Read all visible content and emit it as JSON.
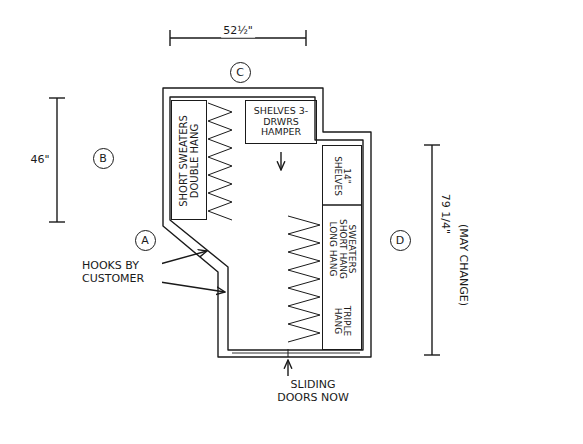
{
  "diagram": {
    "nodes": [
      {
        "text": [
          "C"
        ]
      },
      {
        "text": [
          "B"
        ]
      },
      {
        "text": [
          "A"
        ]
      },
      {
        "text": [
          "D"
        ]
      },
      {
        "text": [
          "SHORT SWEATERS DOUBLE HANG"
        ]
      },
      {
        "text": [
          "SHELVES 3-DRWRS HAMPER"
        ]
      },
      {
        "text": [
          "14\" SHELVES",
          "SWEATERS SHORT HANG LONG HANG",
          "TRIPLE HANG"
        ]
      }
    ],
    "labels": [
      "52½\"",
      "46\"",
      "HOOKS BY CUSTOMER",
      "79 1/4\"",
      "(MAY CHANGE)",
      "SLIDING DOORS NOW"
    ]
  }
}
